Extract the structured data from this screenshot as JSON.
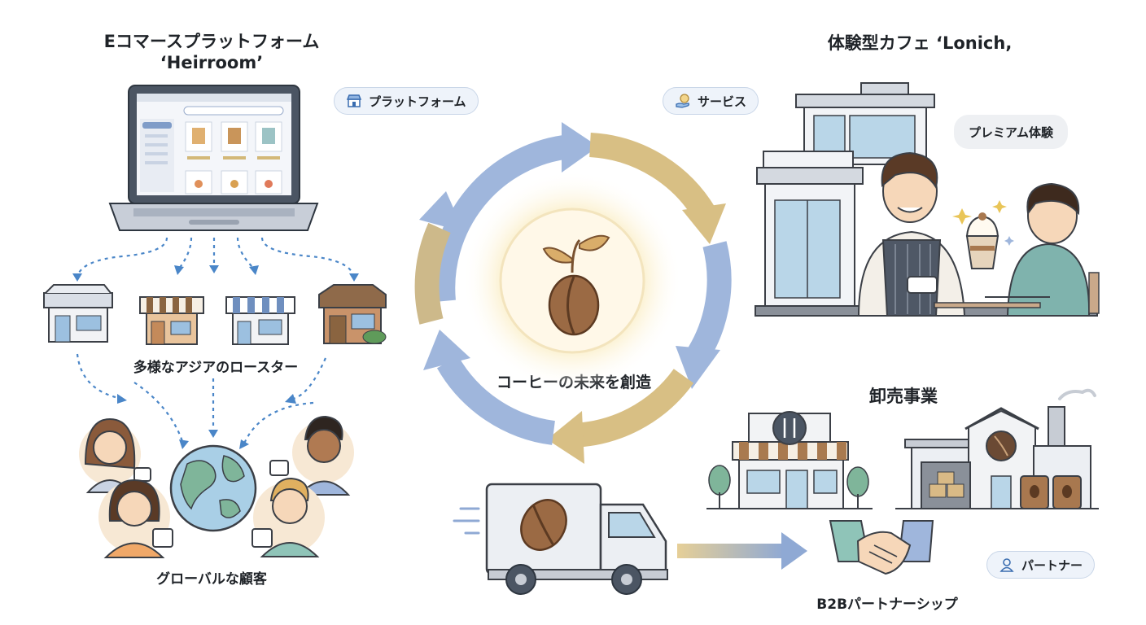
{
  "center": {
    "label": "コーヒーの未来を創造"
  },
  "ecommerce": {
    "title_line1": "Eコマースプラットフォーム",
    "title_line2": "‘Heirroom’",
    "pill": "プラットフォーム",
    "roasters_label": "多様なアジアのロースター",
    "customers_label": "グローバルな顧客"
  },
  "cafe": {
    "title": "体験型カフェ ‘Lonich,",
    "pill": "サービス",
    "bubble": "プレミアム体験"
  },
  "wholesale": {
    "title": "卸売事業",
    "partnership_label": "B2Bパートナーシップ",
    "pill": "パートナー"
  },
  "colors": {
    "blue_arrow": "#8fa9d4",
    "gold_arrow": "#d3b878",
    "dotted_blue": "#4a86c8",
    "coffee_bean": "#8a5a3b"
  },
  "icons": [
    "laptop-icon",
    "store-icon",
    "globe-icon",
    "coffee-bean-icon",
    "sprout-icon",
    "truck-icon",
    "handshake-icon",
    "factory-icon",
    "user-icon",
    "hand-coin-icon"
  ]
}
